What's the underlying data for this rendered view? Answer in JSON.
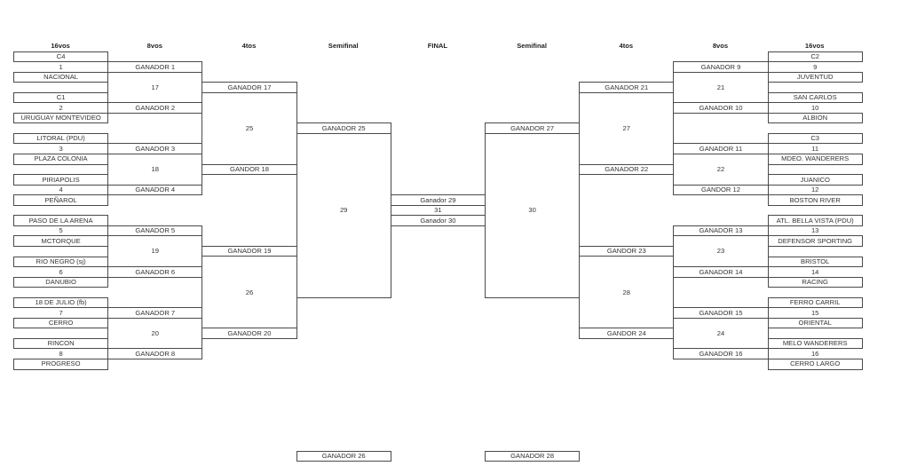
{
  "headers": [
    "16vos",
    "8vos",
    "4tos",
    "Semifinal",
    "FINAL",
    "Semifinal",
    "4tos",
    "8vos",
    "16vos"
  ],
  "left": {
    "matches": [
      {
        "a": "C4",
        "num": "1",
        "b": "NACIONAL",
        "winner": "GANADOR 1"
      },
      {
        "a": "C1",
        "num": "2",
        "b": "URUGUAY MONTEVIDEO",
        "winner": "GANADOR 2"
      },
      {
        "a": "LITORAL (PDU)",
        "num": "3",
        "b": "PLAZA COLONIA",
        "winner": "GANADOR 3"
      },
      {
        "a": "PIRIAPOLIS",
        "num": "4",
        "b": "PEÑAROL",
        "winner": "GANADOR 4"
      },
      {
        "a": "PASO DE LA ARENA",
        "num": "5",
        "b": "MCTORQUE",
        "winner": "GANADOR 5"
      },
      {
        "a": "RIO NEGRO (sj)",
        "num": "6",
        "b": "DANUBIO",
        "winner": "GANADOR 6"
      },
      {
        "a": "18 DE JULIO (fb)",
        "num": "7",
        "b": "CERRO",
        "winner": "GANADOR 7"
      },
      {
        "a": "RINCON",
        "num": "8",
        "b": "PROGRESO",
        "winner": "GANADOR 8"
      }
    ],
    "r8": [
      {
        "num": "17",
        "winner": "GANADOR 17"
      },
      {
        "num": "18",
        "winner": "GANDOR 18"
      },
      {
        "num": "19",
        "winner": "GANADOR 19"
      },
      {
        "num": "20",
        "winner": "GANADOR 20"
      }
    ],
    "qf": [
      {
        "num": "25",
        "winner": "GANADOR 25"
      },
      {
        "num": "26",
        "winner": "GANADOR 26"
      }
    ],
    "semi": {
      "num": "29"
    }
  },
  "right": {
    "matches": [
      {
        "a": "C2",
        "num": "9",
        "b": "JUVENTUD",
        "winner": "GANADOR 9"
      },
      {
        "a": "SAN CARLOS",
        "num": "10",
        "b": "ALBION",
        "winner": "GANADOR 10"
      },
      {
        "a": "C3",
        "num": "11",
        "b": "MDEO. WANDERERS",
        "winner": "GANADOR 11"
      },
      {
        "a": "JUANICO",
        "num": "12",
        "b": "BOSTON RIVER",
        "winner": "GANDOR 12"
      },
      {
        "a": "ATL. BELLA VISTA (PDU)",
        "num": "13",
        "b": "DEFENSOR SPORTING",
        "winner": "GANADOR 13"
      },
      {
        "a": "BRISTOL",
        "num": "14",
        "b": "RACING",
        "winner": "GANADOR 14"
      },
      {
        "a": "FERRO CARRIL",
        "num": "15",
        "b": "ORIENTAL",
        "winner": "GANADOR 15"
      },
      {
        "a": "MELO WANDERERS",
        "num": "16",
        "b": "CERRO LARGO",
        "winner": "GANADOR 16"
      }
    ],
    "r8": [
      {
        "num": "21",
        "winner": "GANADOR 21"
      },
      {
        "num": "22",
        "winner": "GANADOR 22"
      },
      {
        "num": "23",
        "winner": "GANDOR 23"
      },
      {
        "num": "24",
        "winner": "GANDOR 24"
      }
    ],
    "qf": [
      {
        "num": "27",
        "winner": "GANADOR 27"
      },
      {
        "num": "28",
        "winner": "GANADOR 28"
      }
    ],
    "semi": {
      "num": "30"
    }
  },
  "final": {
    "top": "Ganador 29",
    "num": "31",
    "bottom": "Ganador 30"
  }
}
